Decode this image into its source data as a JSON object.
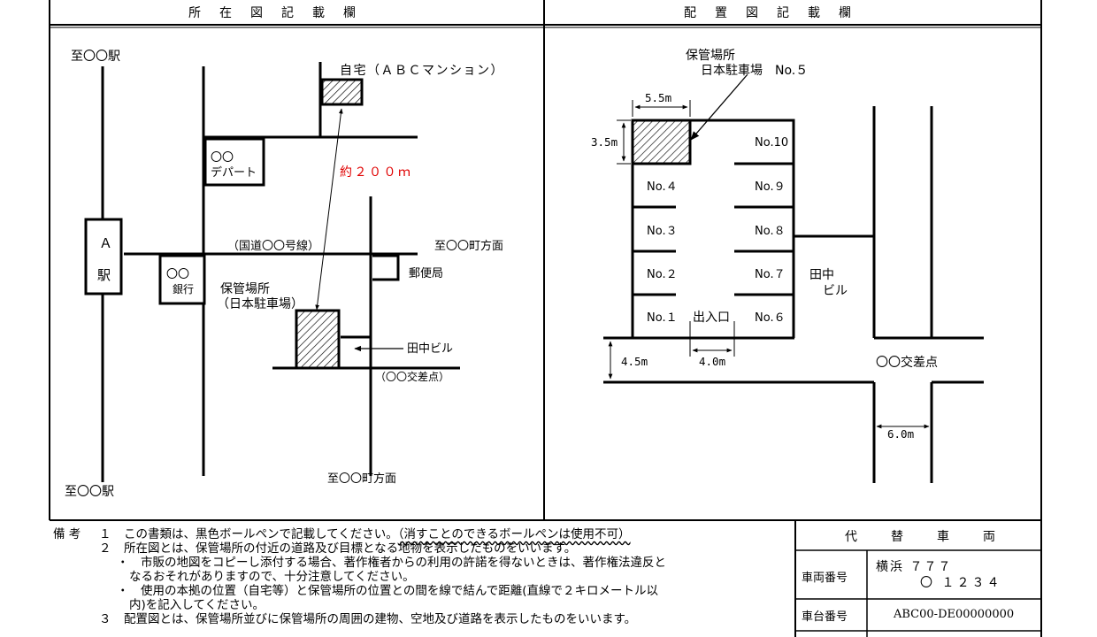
{
  "location_map": {
    "header": "所在図記載欄",
    "to_station_top": "至〇〇駅",
    "to_station_bottom": "至〇〇駅",
    "station_letter": "Ａ",
    "station_char": "駅",
    "department_store_line1": "〇〇",
    "department_store_line2": "デパート",
    "bank_line1": "〇〇",
    "bank_line2": "銀行",
    "home_label": "自宅（ＡＢＣマンション）",
    "distance_label": "約２００ｍ",
    "route_label": "（国道〇〇号線）",
    "to_town_right": "至〇〇町方面",
    "to_town_bottom": "至〇〇町方面",
    "post_office": "郵便局",
    "storage_line1": "保管場所",
    "storage_line2": "（日本駐車場）",
    "tanaka_building": "田中ビル",
    "intersection": "（〇〇交差点）",
    "distance_color": "#e00000"
  },
  "layout_map": {
    "header": "配置図記載欄",
    "storage_line1": "保管場所",
    "storage_line2": "日本駐車場　No.５",
    "dim_width": "5.5m",
    "dim_depth": "3.5m",
    "dim_road": "4.5m",
    "dim_entrance": "4.0m",
    "dim_side_road": "6.0m",
    "spaces": [
      "No.１",
      "No.２",
      "No.３",
      "No.４",
      "No.６",
      "No.７",
      "No.８",
      "No.９",
      "No.10"
    ],
    "entrance": "出入口",
    "building_line1": "田中",
    "building_line2": "ビル",
    "intersection": "〇〇交差点"
  },
  "notes": {
    "head": "備 考",
    "n1_num": "１",
    "n1_text": "この書類は、黒色ボールペンで記載してください。",
    "n1_wavy": "（消すことのできるボールペンは使用不可）",
    "n2_num": "２",
    "n2_text": "所在図とは、保管場所の付近の道路及び目標となる地物を表示したものをいいます。",
    "b1_line1": "・　市販の地図をコピーし添付する場合、著作権者からの利用の許諾を得ないときは、著作権法違反と",
    "b1_line2": "なるおそれがありますので、十分注意してください。",
    "b2_line1": "・　使用の本拠の位置（自宅等）と保管場所の位置との間を線で結んで距離(直線で２キロメートル以",
    "b2_line2": "内)を記入してください。",
    "n3_num": "３",
    "n3_text": "配置図とは、保管場所並びに保管場所の周囲の建物、空地及び道路を表示したものをいいます。"
  },
  "vehicle": {
    "header": "代替車両",
    "reg_label": "車両番号",
    "reg_line1": "横浜 ７７７",
    "reg_line2": "〇 １２３４",
    "chassis_label": "車台番号",
    "chassis_value": "ABC00-DE00000000"
  }
}
